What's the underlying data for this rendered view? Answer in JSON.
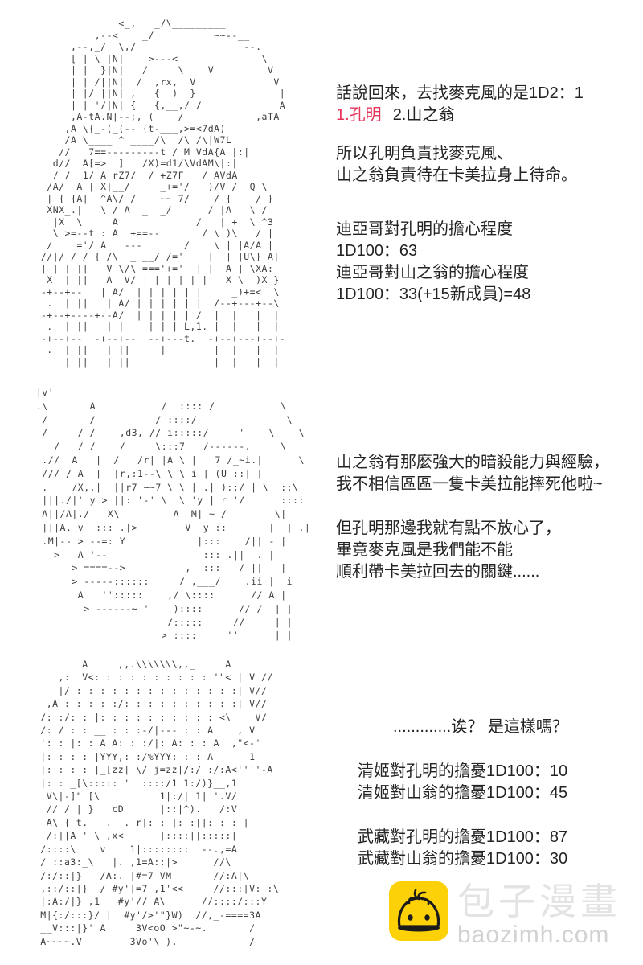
{
  "colors": {
    "text": "#232323",
    "red_highlight": "#e5345a",
    "aa_ink": "#3f3f3f",
    "logo_yellow": "#fdd108",
    "logo_ink": "#1b1b1b",
    "logo_name_gray": "#e3e3e3",
    "logo_domain_gray": "#d2d2d2"
  },
  "panel1": {
    "line1": "話說回來，去找麥克風的是1D2：1",
    "choice_red": "1.孔明",
    "choice_rest": "2.山之翁",
    "para2": "所以孔明負責找麥克風、\n山之翁負責待在卡美拉身上待命。",
    "para3": "迪亞哥對孔明的擔心程度\n1D100：63\n迪亞哥對山之翁的擔心程度\n1D100：33(+15新成員)=48"
  },
  "panel2": {
    "para1": "山之翁有那麼強大的暗殺能力與經驗，\n我不相信區區一隻卡美拉能摔死他啦~",
    "para2": "但孔明那邊我就有點不放心了，\n畢竟麥克風是我們能不能\n順利帶卡美拉回去的關鍵......"
  },
  "panel3": {
    "reaction": ".............诶？ 是這樣嗎？",
    "para1": "清姬對孔明的擔憂1D100：10\n清姬對山翁的擔憂1D100：45",
    "para2": "武藏對孔明的擔憂1D100：87\n武藏對山翁的擔憂1D100：30"
  },
  "logo": {
    "name": "包子漫畫",
    "domain": "baozimh.com",
    "icon": "baozi-bun-icon"
  },
  "ascii_art": {
    "top": [
      "               <_,   _/\\_________",
      "           ,--<    _/          ~~--__",
      "       ,--,_/  \\,/                  --.",
      "       [ | \\ |N|    >---<              \\",
      "       | |  }|N|   /     \\    V         V",
      "       | | /||N|  /  ,rx,  V             V",
      "       | |/ ||N| ,   {  )  }              |",
      "       | | '/|N| {   {,__,/ /             A",
      "       ,A-tA.N|--;, (    /            ,aTA",
      "      ,A \\{_-(_(-- {t-___,>=<7dA)",
      "      /A \\____ ^ ____/\\  /\\ /\\|W7L",
      "     //   7==---------t / M VdA{A |:|",
      "    d//  A[=>  ]   /X)=d1/\\VdAM\\|:|",
      "    / /  1/ A rZ7/  / +Z7F   / AVdA",
      "   /A/  A | X|__/     _+='/   )/V /  Q \\",
      "   | { {A|  ^A\\/ /    ~~ 7/    / {    / }",
      "   XNX_.|   \\ / A  _  _/      / |A   \\ /",
      "    |X  \\     A             /   | +  \\ ^3",
      "    \\ >=--t : A  +==--       / \\ )\\   / |",
      "   /    ='/ A   ---       /    \\ | |A/A |",
      "  //|/ / / { /\\  _ __/ /='    |  | |U\\} A|",
      "  | | | ||   V \\/\\ ==='+='  | |  A | \\XA:",
      "   X  | ||   A  V/ | | | | | |   X \\  )X }",
      "  -+--+--   | A/  | | | | | |     _)+=<  \\",
      "   .  | ||   | A/ | | | | | |  /--+---+--\\",
      "  -+--+----+--A/  | | | | | /  |  |   |  |",
      "   .  | ||   | |    | | | L,1. |  |   |  |",
      "  -+--+--  -+--+--  --+---t.  -+--+---+--+-",
      "   .  | ||   | ||     |        |  |   |  |",
      "      | ||   | ||              |  |   |  |"
    ],
    "middle": [
      "  |v'",
      "  .\\       A           /  :::: /           \\",
      "   /       /          / ::::/               \\",
      "   /     / /    ,d3, // i:::::/     '    \\    \\",
      "     /   / /    /     \\:::7   /------.     \\",
      "   .//  A   |  /   /r| |A \\ |   7 /_~i.|      \\",
      "   /// / A  |  |r,:1--\\ \\ \\ i | (U ::| |",
      "   .    /X,.|  ||r7 ~~7 \\ \\ | .| )::/ | \\  ::\\",
      "   |||./|' y > ||: '-' \\  \\ 'y | r '/      ::::",
      "   A||/A|./   X\\         A  M| ~ /        \\|",
      "   |||A. v  ::: .|>        V  y ::       |  | .|",
      "   .M|-- > --=: Y            |:::    /|| - |",
      "     >   A '--                ::: .||  . |",
      "        > ====-->          ,  :::   / ||   |",
      "        > -----::::::     / ,___/    .ii |  i",
      "         A   '':::::    ,/ \\::::      // A |",
      "          > ------~ '    )::::      // /  | |",
      "                        /:::::     //     | |",
      "                       > ::::     ''      | |"
    ],
    "bottom": [
      "          A     ,,.\\\\\\\\\\\\\\,,_     A",
      "      ,:  V<: : : : : : : : : : '\"< | V //",
      "      |/ : : : : : : : : : : : : : :| V//",
      "    ,A : : : : :/: : : : : : : : : :| V//",
      "   /: :/: : |: : : : : : : : : : <\\    V/",
      "   /: / : : __ : : :-/|--- : : A    , V",
      "   ': : |: : A A: : :/|: A: : : A  ,\"<-'",
      "   |: : : : |YYY,: :/%YYY: : : A      1",
      "   |: : : : |_[zz| \\/ j=zz|/:/ :/:A<''''-A",
      "   |: : _[\\::::: '  ::::/1 1:/)}__,1",
      "    V\\|-]\" [\\          1|:/| 1| '.V/",
      "    // / | }   cD      |::|^).   /:V",
      "    A\\ { t.   .  . r|: : |: :||: : : |",
      "    /:||A ' \\ ,x<      |::::||:::::|",
      "   /::::\\    v    1|::::::::  --.,=A",
      "   / ::a3:_\\   |. ,1=A::|>      //\\",
      "   /:/::|}   /A:. |#=7 VM       //:A|\\",
      "   ,::/::|}  / #y'|=7 ,1'<<     //:::|V: :\\",
      "   |:A:/|} ,1   #y'// A\\      //::::/:::Y",
      "   M|{:/:::}/ |  #y'/>'\"}W)  //,_-====3A",
      "   __V:::|}' A     3V<oO >\"~-~.       /",
      "   A~~~~.V        3Vo'\\ ).            /"
    ]
  }
}
